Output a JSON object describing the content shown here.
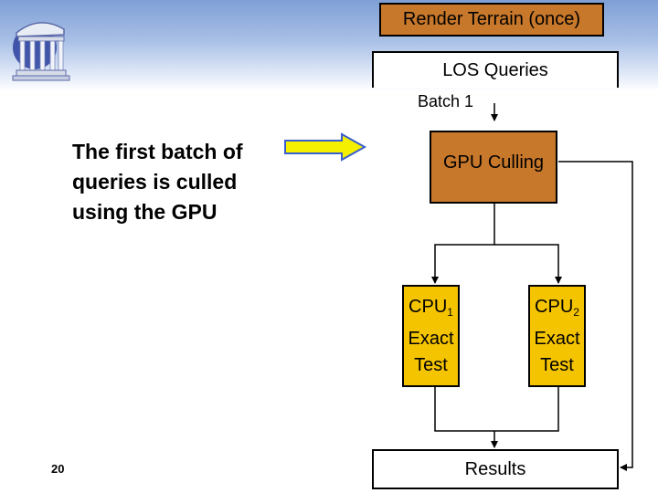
{
  "flowchart": {
    "render_terrain": "Render Terrain (once)",
    "los_queries": "LOS Queries",
    "batch_label": "Batch 1",
    "gpu_culling": "GPU Culling",
    "cpu1": {
      "name": "CPU",
      "subscript": "1",
      "line2": "Exact",
      "line3": "Test"
    },
    "cpu2": {
      "name": "CPU",
      "subscript": "2",
      "line2": "Exact",
      "line3": "Test"
    },
    "results": "Results"
  },
  "description": "The first batch of queries is culled using the GPU",
  "page_number": "20",
  "colors": {
    "box_orange": "#c8782a",
    "box_yellow": "#f5c400",
    "arrow_yellow": "#f5f000",
    "arrow_outline": "#3a5fcd"
  },
  "icons": {
    "logo": "old-well-icon",
    "pointer": "right-arrow-icon"
  }
}
